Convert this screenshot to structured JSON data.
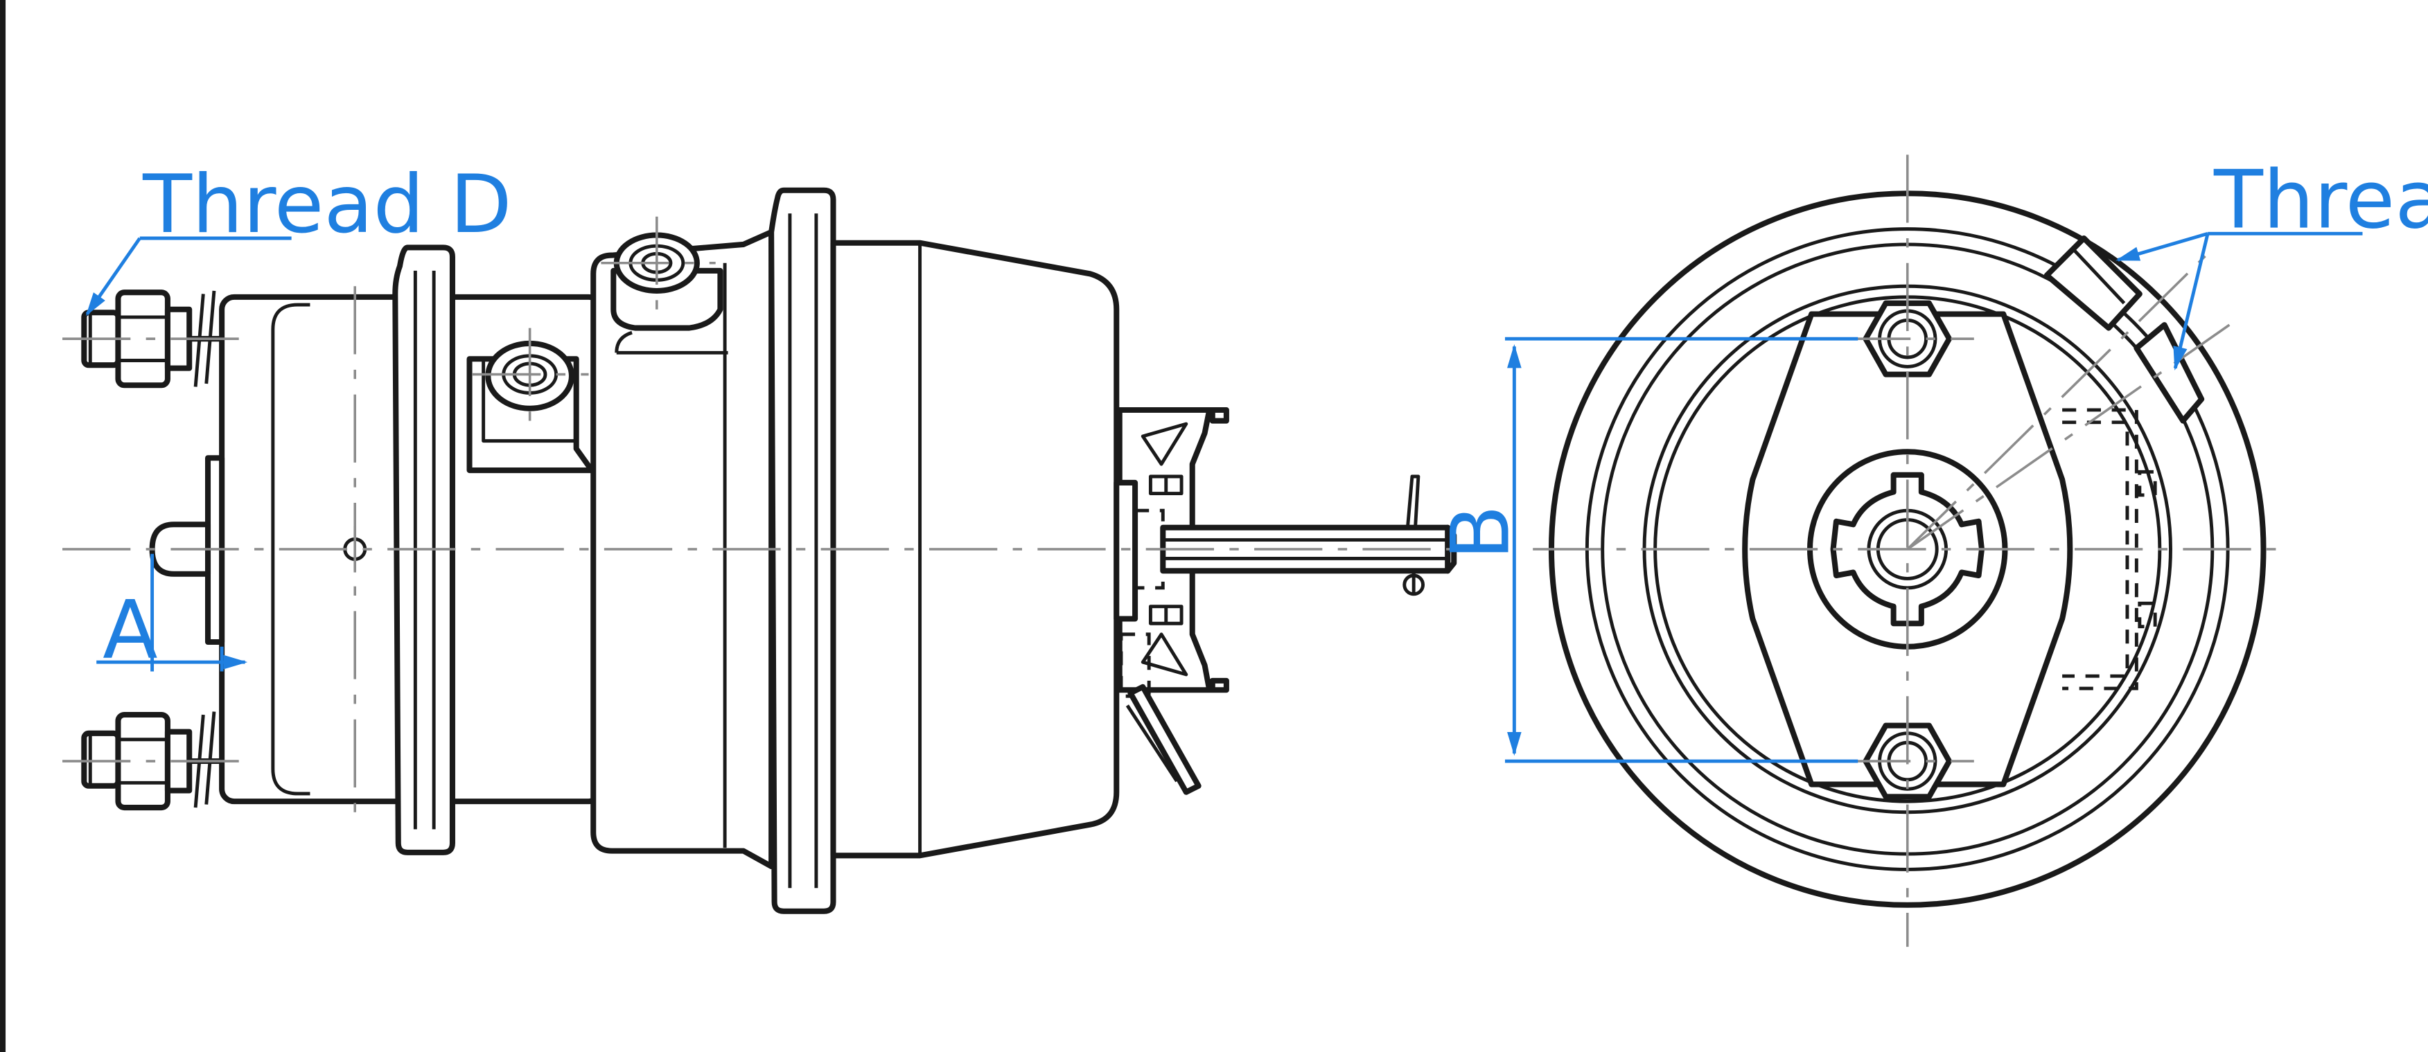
{
  "drawing": {
    "labels": {
      "thread_d": "Thread D",
      "thread_c": "Thread C",
      "dim_a": "A",
      "dim_b": "B"
    },
    "colors": {
      "outline": "#1a1a1a",
      "dimension": "#1f7fe0",
      "centerline": "#8c8c8c",
      "background": "#ffffff"
    }
  }
}
